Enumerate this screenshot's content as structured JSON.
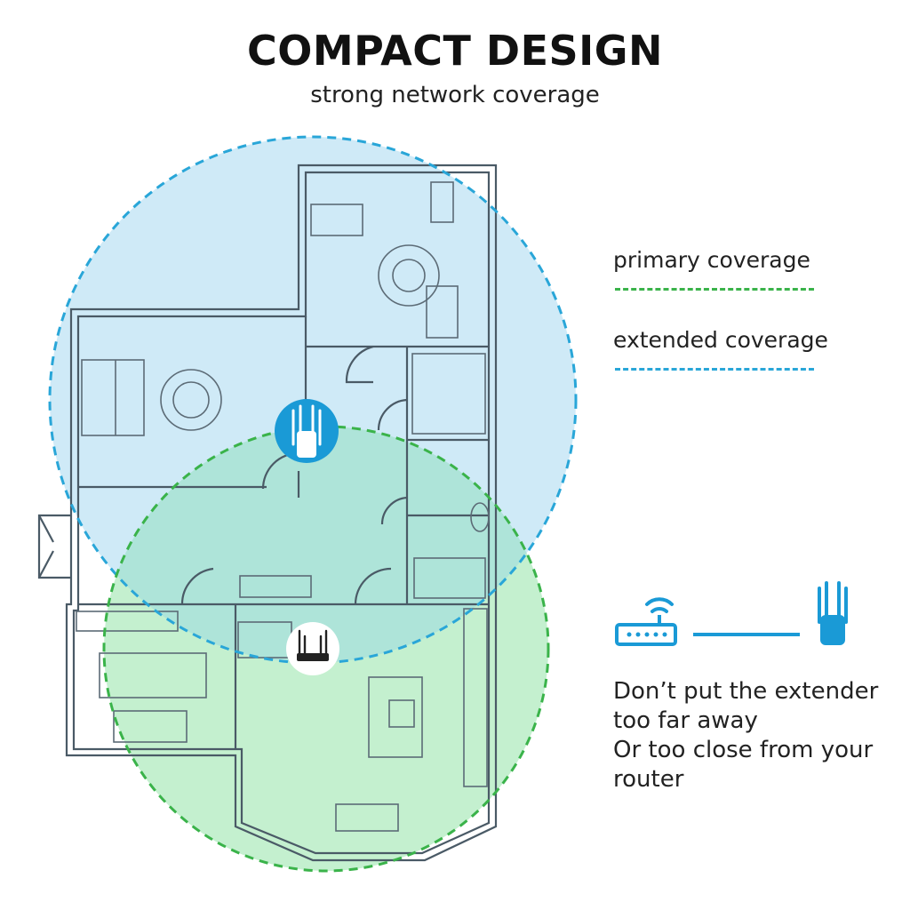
{
  "header": {
    "title": "COMPACT DESIGN",
    "subtitle": "strong network coverage"
  },
  "legend": {
    "primary_label": "primary coverage",
    "primary_color": "#3ab34a",
    "extended_label": "extended coverage",
    "extended_color": "#29a6d8"
  },
  "illustration": {
    "extended_zone_fill": "#cfeaf7",
    "primary_zone_fill": "#c4f0cf",
    "overlap_fill": "#aee4d9",
    "floorplan_line_color": "#4a5a66",
    "extender_badge_color": "#1a9ad6",
    "router_icon": "router-icon",
    "extender_icon": "extender-icon"
  },
  "advice": {
    "lines": [
      "Don’t put the extender",
      "too far away",
      "Or too close from your",
      "router"
    ]
  }
}
